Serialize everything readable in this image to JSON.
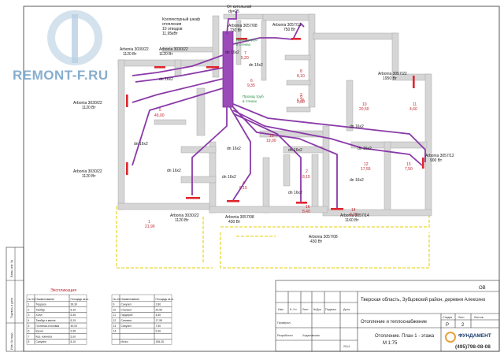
{
  "logo": {
    "text": "REMONT-F.RU",
    "color": "#7aa6c9"
  },
  "boiler_note": [
    "От котельной",
    "dу=25"
  ],
  "collector_note": [
    "Коллекторный шкаф",
    "отопления",
    "10 отводов",
    "11,95кВт"
  ],
  "green_notes": [
    {
      "lines": [
        "Проход труб",
        "в стенах"
      ]
    },
    {
      "lines": [
        "Проход труб",
        "в стенах"
      ]
    }
  ],
  "radiators": [
    {
      "model": "Arbonia 3057/08",
      "power": "730 Вт"
    },
    {
      "model": "Arbonia 3057/12",
      "power": "750 Вт"
    },
    {
      "model": "Arbonia 3030/22",
      "power": "1120 Вт"
    },
    {
      "model": "Arbonia 3030/22",
      "power": "1120 Вт"
    },
    {
      "model": "Arbonia 3057/22",
      "power": "1950 Вт"
    },
    {
      "model": "Arbonia 3030/22",
      "power": "1120 Вт"
    },
    {
      "model": "Arbonia 3030/22",
      "power": "1120 Вт"
    },
    {
      "model": "Arbonia 3057/12",
      "power": "900 Вт"
    },
    {
      "model": "Arbonia 3030/22",
      "power": "1120 Вт"
    },
    {
      "model": "Arbonia 3057/08",
      "power": "430 Вт"
    },
    {
      "model": "Arbonia 3057/14",
      "power": "1160 Вт"
    },
    {
      "model": "Arbonia 3057/08",
      "power": "430 Вт"
    }
  ],
  "pipes": [
    "dn 16x2",
    "dn 16x2",
    "dn 16x2",
    "dn 16x2",
    "dn 16x2",
    "dn 16x2",
    "dn 16x2",
    "dn 16x2",
    "dn 16x2",
    "dn 16x2",
    "dn 16x2",
    "dn 16x2"
  ],
  "rooms": [
    {
      "num": "1",
      "area": "21,90"
    },
    {
      "num": "2",
      "area": "8,15"
    },
    {
      "num": "3",
      "area": "6,35"
    },
    {
      "num": "4",
      "area": "8,15"
    },
    {
      "num": "5",
      "area": "49,00"
    },
    {
      "num": "6",
      "area": "9,35"
    },
    {
      "num": "7",
      "area": "5,20"
    },
    {
      "num": "8",
      "area": "8,10"
    },
    {
      "num": "9",
      "area": "2,80"
    },
    {
      "num": "10",
      "area": "20,50"
    },
    {
      "num": "11",
      "area": "4,60"
    },
    {
      "num": "12",
      "area": "17,55"
    },
    {
      "num": "13",
      "area": "7,50"
    },
    {
      "num": "14",
      "area": "9,30"
    },
    {
      "num": "15",
      "area": "19,00"
    },
    {
      "num": "16",
      "area": "8,40"
    }
  ],
  "side_stamp": [
    "Инв. № подл.",
    "Подпись и дата",
    "Взам. инв. №"
  ],
  "explication": {
    "title": "Экспликация",
    "header": [
      "№ п/п",
      "Наименование",
      "Площадь кв.м."
    ],
    "left": [
      [
        "1",
        "Терраса",
        "39,30"
      ],
      [
        "2",
        "Тамбур",
        "8,15"
      ],
      [
        "3",
        "Холл",
        "6,35"
      ],
      [
        "4",
        "Тамбур в малое",
        "8,15"
      ],
      [
        "5",
        "Гостиная-столовая",
        "49,00"
      ],
      [
        "6",
        "Кухня",
        "9,35"
      ],
      [
        "7",
        "Кор. комната",
        "5,20"
      ],
      [
        "8",
        "Санузел",
        "8,10"
      ]
    ],
    "right": [
      [
        "9",
        "Санузел",
        "2,80"
      ],
      [
        "10",
        "Спальня",
        "20,50"
      ],
      [
        "11",
        "Гардероб",
        "4,60"
      ],
      [
        "12",
        "Спальня",
        "17,55"
      ],
      [
        "13",
        "Санузел",
        "7,50"
      ],
      [
        "14",
        "",
        "9,30"
      ],
      [
        "",
        "",
        ""
      ],
      [
        "",
        "Итого:",
        "195,25"
      ]
    ]
  },
  "title_block": {
    "sheet_code": "ОВ",
    "address": "Тверская область, Зубцовский район, деревня Алексино",
    "section": "Отопление и теплоснабжение",
    "drawing": [
      "Отопление. План 1 - этажа",
      "М 1:75"
    ],
    "headers": [
      "Изм",
      "К.-Уч",
      "Лист",
      "№Док",
      "Подпись",
      "Дата"
    ],
    "stage_labels": [
      "Стадия",
      "Лист",
      "Листов"
    ],
    "stage": "Р",
    "sheet": "2",
    "roles": [
      {
        "role": "Проверил",
        "name": ""
      },
      {
        "role": "Разработал",
        "name": "Ходановская"
      }
    ],
    "year": "2014",
    "company": "ФУНДАМЕНТ",
    "phone": "(495)798-08-08"
  },
  "colors": {
    "pipe": "#8a3aa8",
    "radiator": "#e0262e",
    "wall": "#cfcfcf",
    "terrace": "#f0e86a",
    "text": "#1a1a1a"
  }
}
